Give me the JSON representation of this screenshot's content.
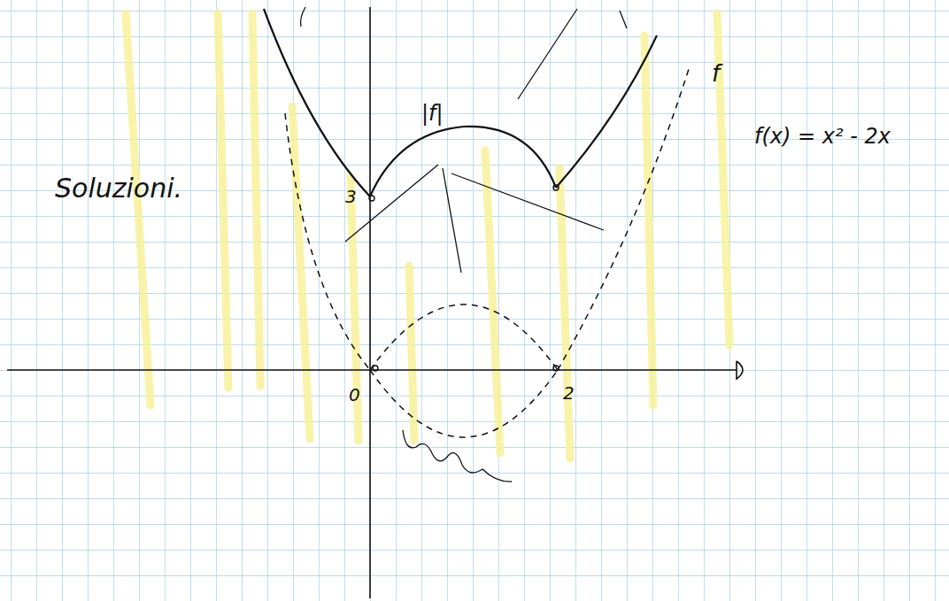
{
  "diagram": {
    "labels": [
      "Soluzioni.",
      "|f|",
      "3",
      "0",
      "2",
      "f",
      "f(x) = x² - 2x"
    ]
  }
}
